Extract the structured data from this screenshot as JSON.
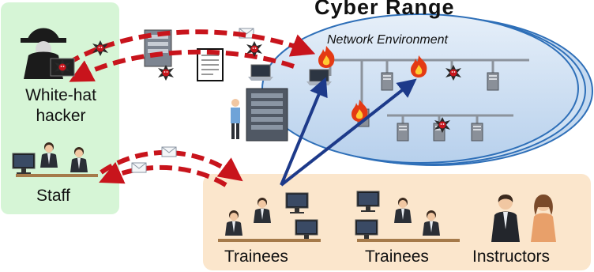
{
  "diagram": {
    "title": "Cyber Range",
    "network_label": "Network Environment",
    "whitehat_label": "White-hat hacker",
    "staff_label": "Staff",
    "trainees_left_label": "Trainees",
    "trainees_right_label": "Trainees",
    "instructors_label": "Instructors"
  },
  "colors": {
    "left_panel": "#d6f5d6",
    "bottom_panel": "#fbe6cc",
    "ellipse_fill": "#c9ddf2",
    "ellipse_stroke": "#2e6fb8",
    "attack_arrow": "#c8141c",
    "control_arrow": "#1d3a8a",
    "malware": "#2a2a2a",
    "fire": "#e43a14"
  },
  "icons": [
    "hacker-icon",
    "server-rack-icon",
    "document-icon",
    "mail-icon",
    "malware-icon",
    "laptop-icon",
    "fire-icon",
    "person-icon"
  ]
}
